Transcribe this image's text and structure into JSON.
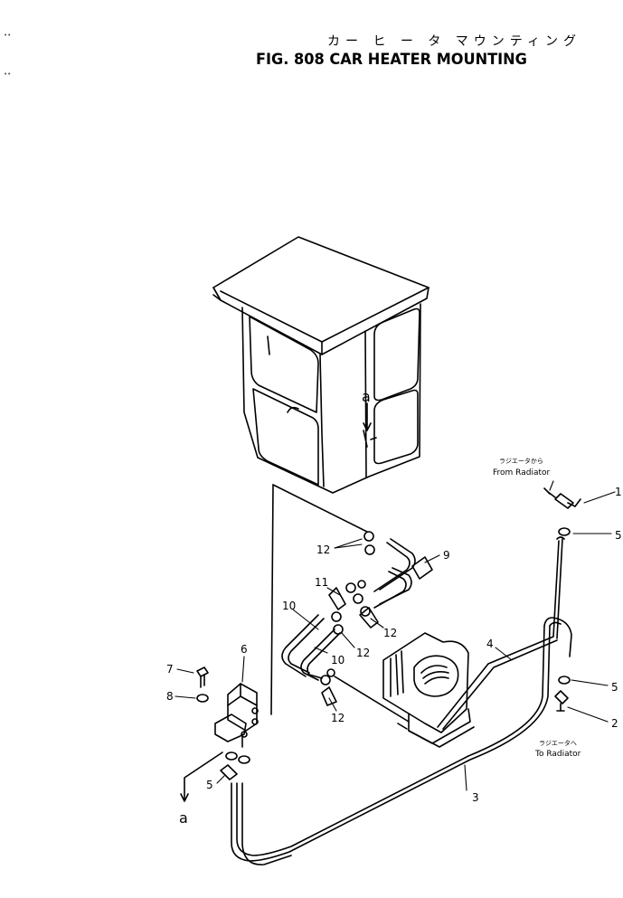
{
  "title": {
    "japanese": "カー ヒ ー タ マウンティング",
    "english": "FIG. 808  CAR HEATER MOUNTING"
  },
  "annotations": {
    "from_radiator_jp": "ラジエータから",
    "from_radiator_en": "From Radiator",
    "to_radiator_jp": "ラジエータへ",
    "to_radiator_en": "To Radiator",
    "view_marker": "a"
  },
  "callouts": {
    "c1": "1",
    "c2": "2",
    "c3": "3",
    "c4": "4",
    "c5a": "5",
    "c5b": "5",
    "c5c": "5",
    "c6": "6",
    "c7": "7",
    "c8": "8",
    "c9": "9",
    "c10a": "10",
    "c10b": "10",
    "c11": "11",
    "c12a": "12",
    "c12b": "12",
    "c12c": "12",
    "c12d": "12"
  },
  "line_color": "#000000"
}
